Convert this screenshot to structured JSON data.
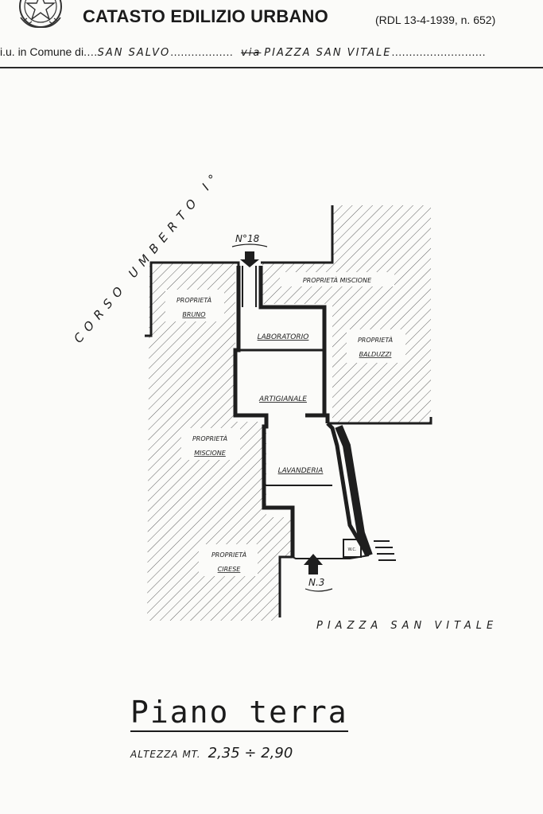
{
  "header": {
    "title": "CATASTO EDILIZIO URBANO",
    "subtitle": "(RDL 13-4-1939, n. 652)",
    "address_prefix": "i.u. in Comune di",
    "comune": "SAN SALVO",
    "via_label": "via",
    "via_value": "PIAZZA SAN VITALE"
  },
  "plan": {
    "street_corso": "CORSO UMBERTO I°",
    "street_piazza": "PIAZZA SAN VITALE",
    "entrance_top": "N°18",
    "entrance_bottom": "N.3",
    "rooms": {
      "laboratorio": "LABORATORIO",
      "artigianale": "ARTIGIANALE",
      "lavanderia": "LAVANDERIA",
      "wc": "W.C."
    },
    "neighbors": {
      "bruno_line1": "PROPRIETÀ",
      "bruno_line2": "BRUNO",
      "miscione_top": "PROPRIETÀ MISCIONE",
      "balduzzi_line1": "PROPRIETÀ",
      "balduzzi_line2": "BALDUZZI",
      "miscione_left_line1": "PROPRIETÀ",
      "miscione_left_line2": "MISCIONE",
      "cirese_line1": "PROPRIETÀ",
      "cirese_line2": "CIRESE"
    }
  },
  "footer": {
    "floor_title": "Piano terra",
    "height_label": "ALTEZZA MT.",
    "height_value": "2,35 ÷ 2,90"
  }
}
